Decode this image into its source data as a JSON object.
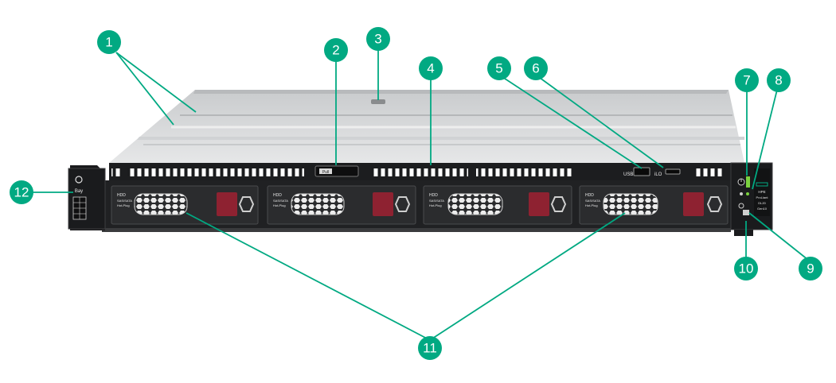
{
  "colors": {
    "callout": "#01a982",
    "leader": "#01a982",
    "chassis_top": "#d9dbdc",
    "front_panel": "#1d1e20",
    "drive_latch": "#8e2231"
  },
  "callouts": [
    "1",
    "2",
    "3",
    "4",
    "5",
    "6",
    "7",
    "8",
    "9",
    "10",
    "11",
    "12"
  ],
  "labels": {
    "pull_tab": "Pull",
    "usb": "USB",
    "ilo": "iLO",
    "drive_lines": [
      "HDD",
      "SAS/SATA",
      "Hot-Plug"
    ],
    "ear_title": "Bay",
    "model_lines": [
      "HPE",
      "ProLiant",
      "DL20",
      "Gen10"
    ]
  },
  "icons": {
    "power": "power-button-icon",
    "health": "health-led-icon",
    "nic": "nic-status-icon",
    "uid": "uid-button-icon",
    "lock": "lock-icon"
  }
}
